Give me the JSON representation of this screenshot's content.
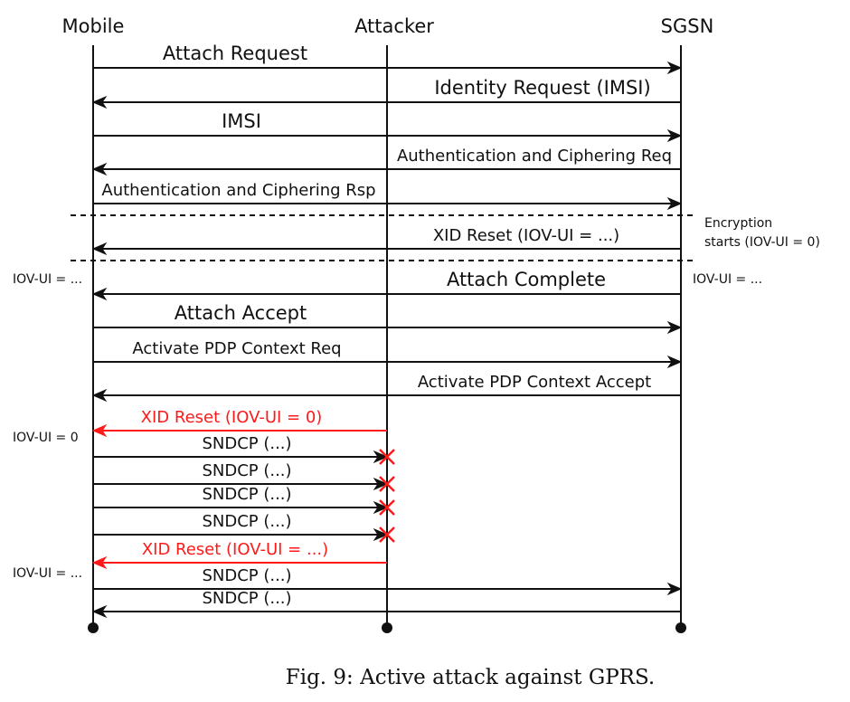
{
  "participants": [
    {
      "id": "mobile",
      "name": "Mobile"
    },
    {
      "id": "attacker",
      "name": "Attacker"
    },
    {
      "id": "sgsn",
      "name": "SGSN"
    }
  ],
  "messages": [
    {
      "label": "Attach Request",
      "from": "mobile",
      "to": "sgsn",
      "style": "normal"
    },
    {
      "label": "Identity Request (IMSI)",
      "from": "sgsn",
      "to": "mobile",
      "style": "normal"
    },
    {
      "label": "IMSI",
      "from": "mobile",
      "to": "sgsn",
      "style": "normal"
    },
    {
      "label": "Authentication and Ciphering Req",
      "from": "sgsn",
      "to": "mobile",
      "style": "normal"
    },
    {
      "label": "Authentication and Ciphering Rsp",
      "from": "mobile",
      "to": "sgsn",
      "style": "normal"
    },
    {
      "label": "XID Reset (IOV-UI = ...)",
      "from": "sgsn",
      "to": "mobile",
      "style": "normal"
    },
    {
      "label": "Attach Complete",
      "from": "sgsn",
      "to": "mobile",
      "style": "normal"
    },
    {
      "label": "Attach Accept",
      "from": "mobile",
      "to": "sgsn",
      "style": "normal"
    },
    {
      "label": "Activate PDP Context Req",
      "from": "mobile",
      "to": "sgsn",
      "style": "normal"
    },
    {
      "label": "Activate PDP Context Accept",
      "from": "sgsn",
      "to": "mobile",
      "style": "normal"
    },
    {
      "label": "XID Reset (IOV-UI = 0)",
      "from": "attacker",
      "to": "mobile",
      "style": "attack"
    },
    {
      "label": "SNDCP (...)",
      "from": "mobile",
      "to": "attacker",
      "style": "dropped"
    },
    {
      "label": "SNDCP (...)",
      "from": "mobile",
      "to": "attacker",
      "style": "dropped"
    },
    {
      "label": "SNDCP (...)",
      "from": "mobile",
      "to": "attacker",
      "style": "dropped"
    },
    {
      "label": "SNDCP (...)",
      "from": "mobile",
      "to": "attacker",
      "style": "dropped"
    },
    {
      "label": "XID Reset (IOV-UI = ...)",
      "from": "attacker",
      "to": "mobile",
      "style": "attack"
    },
    {
      "label": "SNDCP (...)",
      "from": "mobile",
      "to": "sgsn",
      "style": "normal"
    },
    {
      "label": "SNDCP (...)",
      "from": "sgsn",
      "to": "mobile",
      "style": "normal"
    }
  ],
  "side_notes": [
    {
      "text": "Encryption",
      "side": "right"
    },
    {
      "text": "starts (IOV-UI = 0)",
      "side": "right"
    },
    {
      "text": "IOV-UI = ...",
      "side": "left"
    },
    {
      "text": "IOV-UI = ...",
      "side": "right"
    },
    {
      "text": "IOV-UI = 0",
      "side": "left"
    },
    {
      "text": "IOV-UI = ...",
      "side": "left"
    }
  ],
  "caption": "Fig. 9: Active attack against GPRS.",
  "colors": {
    "line": "#111111",
    "attack": "#ff1a1a"
  }
}
